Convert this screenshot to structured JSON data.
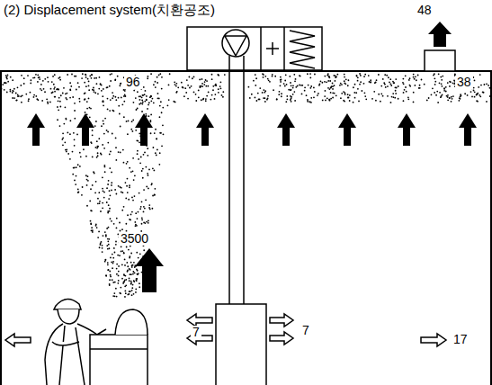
{
  "diagram": {
    "title": "(2) Displacement system(치환공조)",
    "labels": [
      "48",
      "96",
      "38",
      "3500",
      "7",
      "7",
      "17"
    ]
  }
}
